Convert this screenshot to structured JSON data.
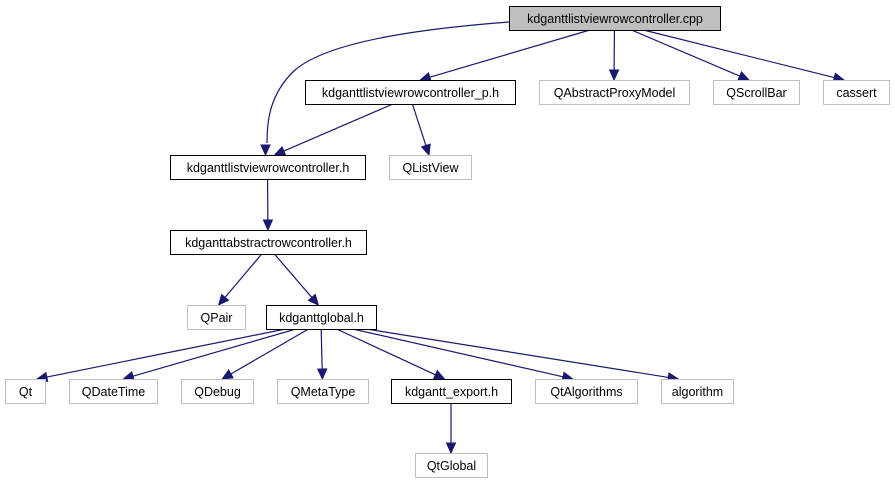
{
  "title": "kdganttlistviewrowcontroller.cpp include dependency graph",
  "colors": {
    "edge": "#191970",
    "root_fill": "#bfbfbf",
    "root_border": "#000000",
    "documented_border": "#000000",
    "external_border": "#bfbfbf",
    "node_fill": "#ffffff"
  },
  "nodes": [
    {
      "id": "root",
      "label": "kdganttlistviewrowcontroller.cpp",
      "kind": "root"
    },
    {
      "id": "lvrc_p",
      "label": "kdganttlistviewrowcontroller_p.h",
      "kind": "documented"
    },
    {
      "id": "qapm",
      "label": "QAbstractProxyModel",
      "kind": "external"
    },
    {
      "id": "qsb",
      "label": "QScrollBar",
      "kind": "external"
    },
    {
      "id": "cassert",
      "label": "cassert",
      "kind": "external"
    },
    {
      "id": "lvrc_h",
      "label": "kdganttlistviewrowcontroller.h",
      "kind": "documented"
    },
    {
      "id": "qlv",
      "label": "QListView",
      "kind": "external"
    },
    {
      "id": "arc_h",
      "label": "kdganttabstractrowcontroller.h",
      "kind": "documented"
    },
    {
      "id": "qpair",
      "label": "QPair",
      "kind": "external"
    },
    {
      "id": "global_h",
      "label": "kdganttglobal.h",
      "kind": "documented"
    },
    {
      "id": "qt",
      "label": "Qt",
      "kind": "external"
    },
    {
      "id": "qdt",
      "label": "QDateTime",
      "kind": "external"
    },
    {
      "id": "qdebug",
      "label": "QDebug",
      "kind": "external"
    },
    {
      "id": "qmt",
      "label": "QMetaType",
      "kind": "external"
    },
    {
      "id": "export_h",
      "label": "kdgantt_export.h",
      "kind": "documented"
    },
    {
      "id": "qtalg",
      "label": "QtAlgorithms",
      "kind": "external"
    },
    {
      "id": "algorithm",
      "label": "algorithm",
      "kind": "external"
    },
    {
      "id": "qtglobal",
      "label": "QtGlobal",
      "kind": "external"
    }
  ],
  "edges": [
    {
      "from": "root",
      "to": "lvrc_h"
    },
    {
      "from": "root",
      "to": "lvrc_p"
    },
    {
      "from": "root",
      "to": "qapm"
    },
    {
      "from": "root",
      "to": "qsb"
    },
    {
      "from": "root",
      "to": "cassert"
    },
    {
      "from": "lvrc_p",
      "to": "lvrc_h"
    },
    {
      "from": "lvrc_p",
      "to": "qlv"
    },
    {
      "from": "lvrc_h",
      "to": "arc_h"
    },
    {
      "from": "arc_h",
      "to": "qpair"
    },
    {
      "from": "arc_h",
      "to": "global_h"
    },
    {
      "from": "global_h",
      "to": "qt"
    },
    {
      "from": "global_h",
      "to": "qdt"
    },
    {
      "from": "global_h",
      "to": "qdebug"
    },
    {
      "from": "global_h",
      "to": "qmt"
    },
    {
      "from": "global_h",
      "to": "export_h"
    },
    {
      "from": "global_h",
      "to": "qtalg"
    },
    {
      "from": "global_h",
      "to": "algorithm"
    },
    {
      "from": "export_h",
      "to": "qtglobal"
    }
  ]
}
